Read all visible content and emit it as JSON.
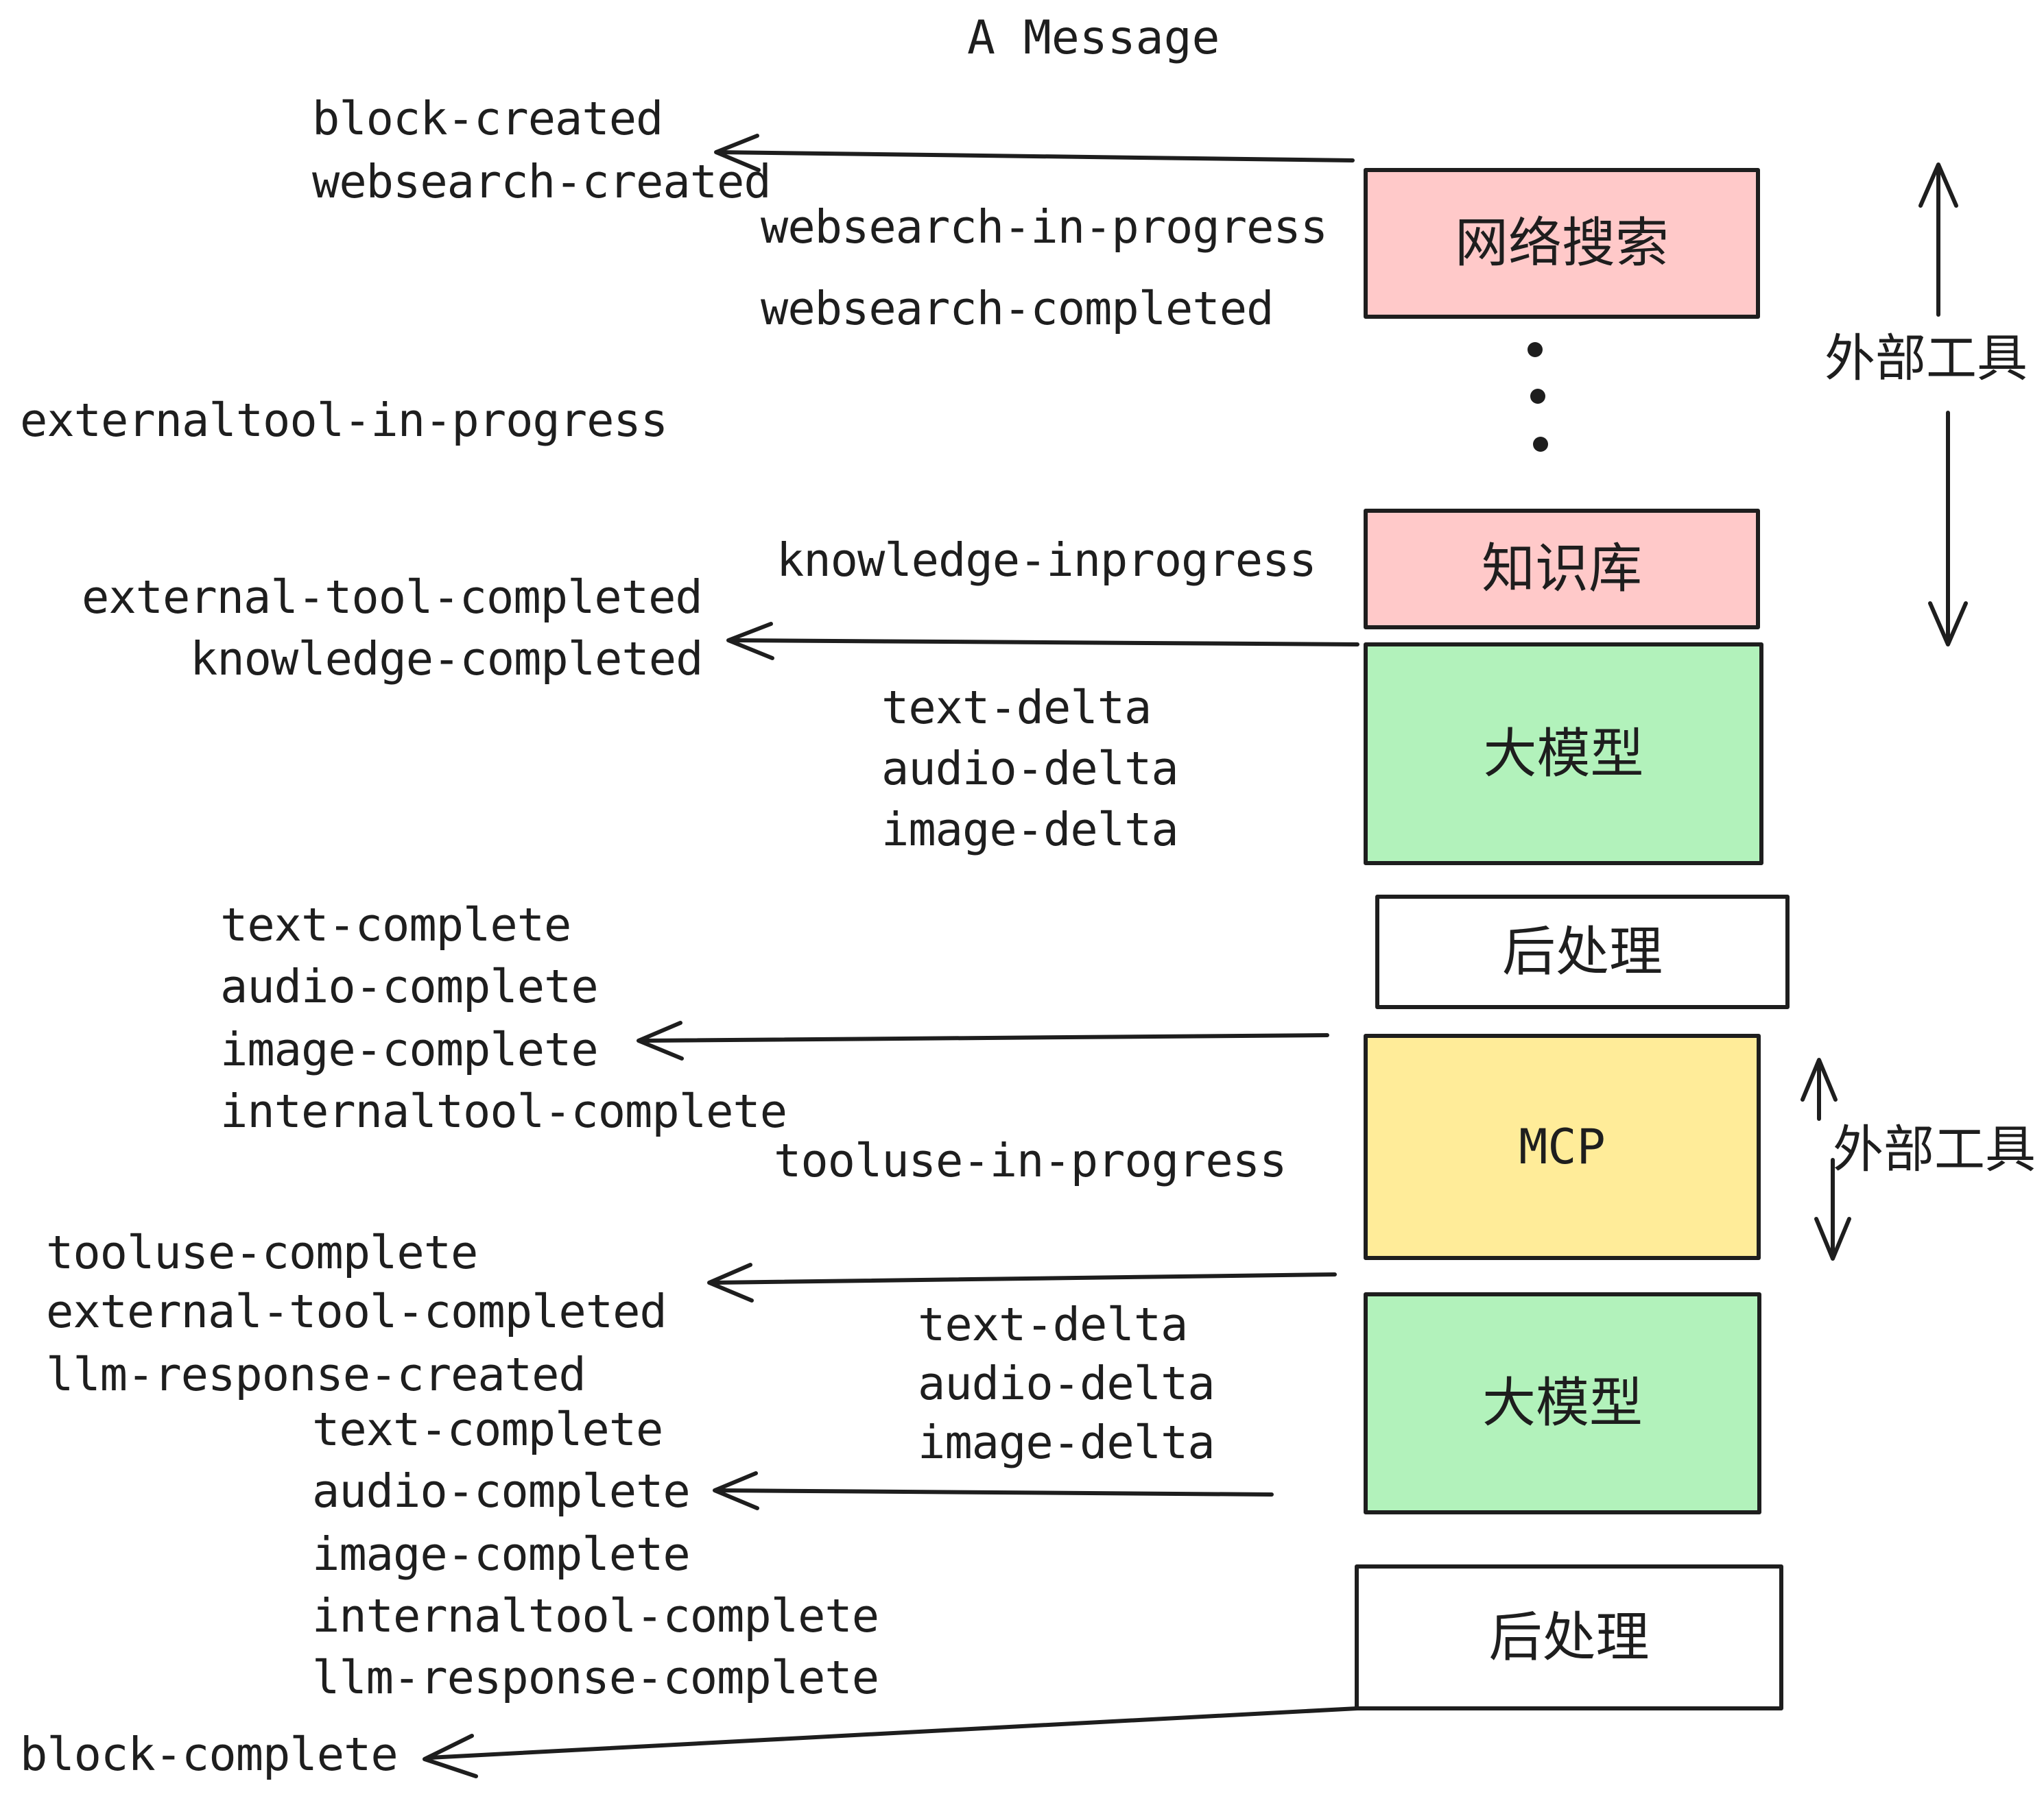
{
  "title": "A Message",
  "colors": {
    "ink": "#1e1e1e",
    "pink": "#ffc9c9",
    "green": "#b2f2bb",
    "yellow": "#ffec99",
    "white": "#ffffff",
    "bg": "#ffffff"
  },
  "nodes": {
    "websearch": {
      "label": "网络搜索"
    },
    "knowledge": {
      "label": "知识库"
    },
    "llm_top": {
      "label": "大模型"
    },
    "post_top": {
      "label": "后处理"
    },
    "mcp": {
      "label": "MCP"
    },
    "llm_bottom": {
      "label": "大模型"
    },
    "post_bottom": {
      "label": "后处理"
    }
  },
  "side_annotations": {
    "external_tools_top": "外部工具",
    "external_tools_bottom": "外部工具"
  },
  "events": {
    "block_created": "block-created",
    "websearch_created": "websearch-created",
    "websearch_in_progress": "websearch-in-progress",
    "websearch_completed": "websearch-completed",
    "externaltool_in_progress": "externaltool-in-progress",
    "knowledge_inprogress": "knowledge-inprogress",
    "external_tool_completed": "external-tool-completed",
    "knowledge_completed": "knowledge-completed",
    "text_delta": "text-delta",
    "audio_delta": "audio-delta",
    "image_delta": "image-delta",
    "text_complete": "text-complete",
    "audio_complete": "audio-complete",
    "image_complete": "image-complete",
    "internaltool_complete": "internaltool-complete",
    "tooluse_in_progress": "tooluse-in-progress",
    "tooluse_complete": "tooluse-complete",
    "llm_response_created": "llm-response-created",
    "llm_response_complete": "llm-response-complete",
    "block_complete": "block-complete"
  }
}
